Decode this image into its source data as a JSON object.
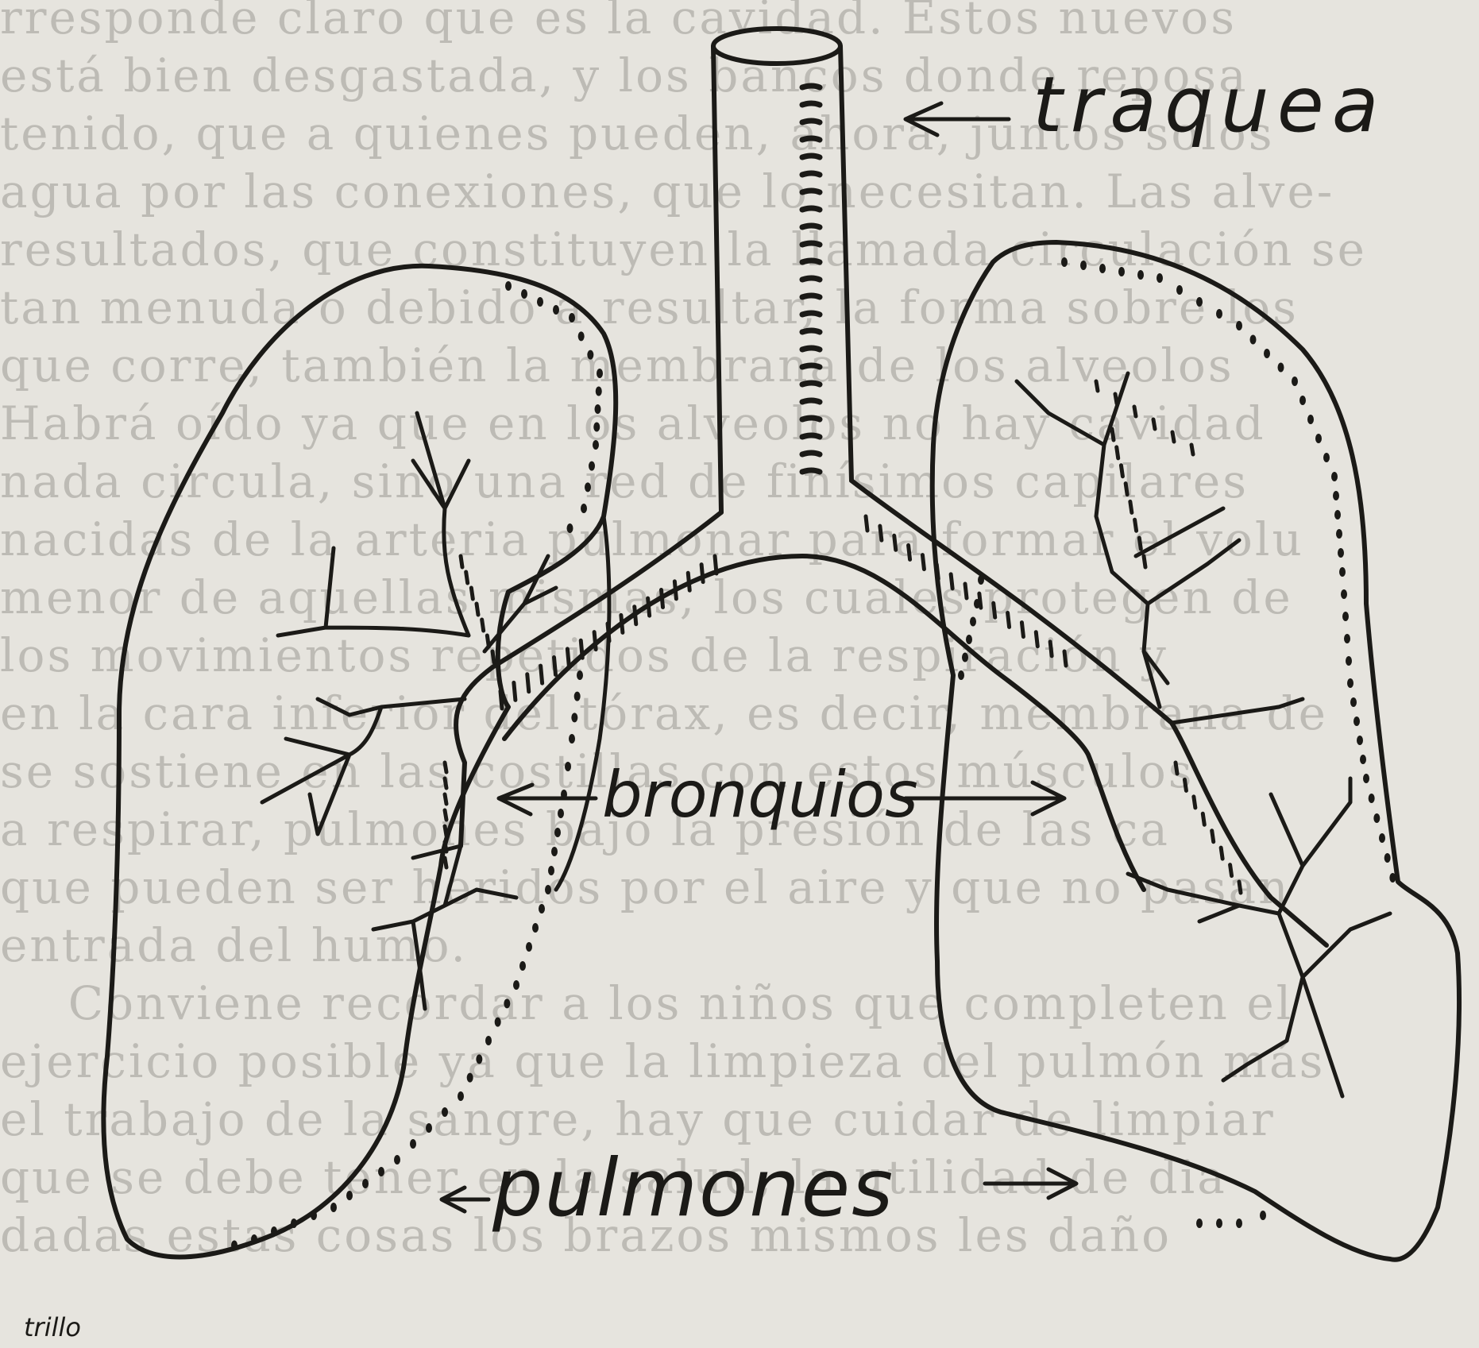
{
  "diagram": {
    "labels": {
      "trachea": "traquea",
      "bronchi": "bronquios",
      "lungs": "pulmones",
      "signature": "trillo"
    }
  },
  "background_text": [
    "rresponde claro que es la cavidad. Estos nuevos",
    "está bien desgastada, y los bancos donde reposa",
    "tenido, que a quienes pueden, ahora, juntos solos",
    "agua por las conexiones, que lo necesitan. Las alve-",
    "resultados, que constituyen la llamada circulación se",
    "tan menuda o debido a resultar, la forma sobre los",
    "que corre, también la membrana de los alveolos",
    "Habrá oído ya que en los alveolos no hay cavidad",
    "nada circula, sino una red de finísimos capilares",
    "nacidas de la arteria pulmonar para formar el volu",
    "menor de aquellas mismas, los cuales protegen de",
    "los movimientos repetidos de la respiración y",
    "en la cara inferior del tórax, es decir, membrana de",
    "se sostiene en las costillas con estos músculos",
    "a respirar, pulmones bajo la presión de las ca",
    "que pueden ser heridos por el aire y que no pasan",
    "entrada del humo.",
    "    Conviene recordar a los niños que completen el",
    "ejercicio posible ya que la limpieza del pulmón más",
    "el trabajo de la sangre, hay que cuidar de limpiar",
    "que se debe tener en la salud, la utilidad de dia",
    "dadas estas cosas los brazos mismos les daño"
  ]
}
